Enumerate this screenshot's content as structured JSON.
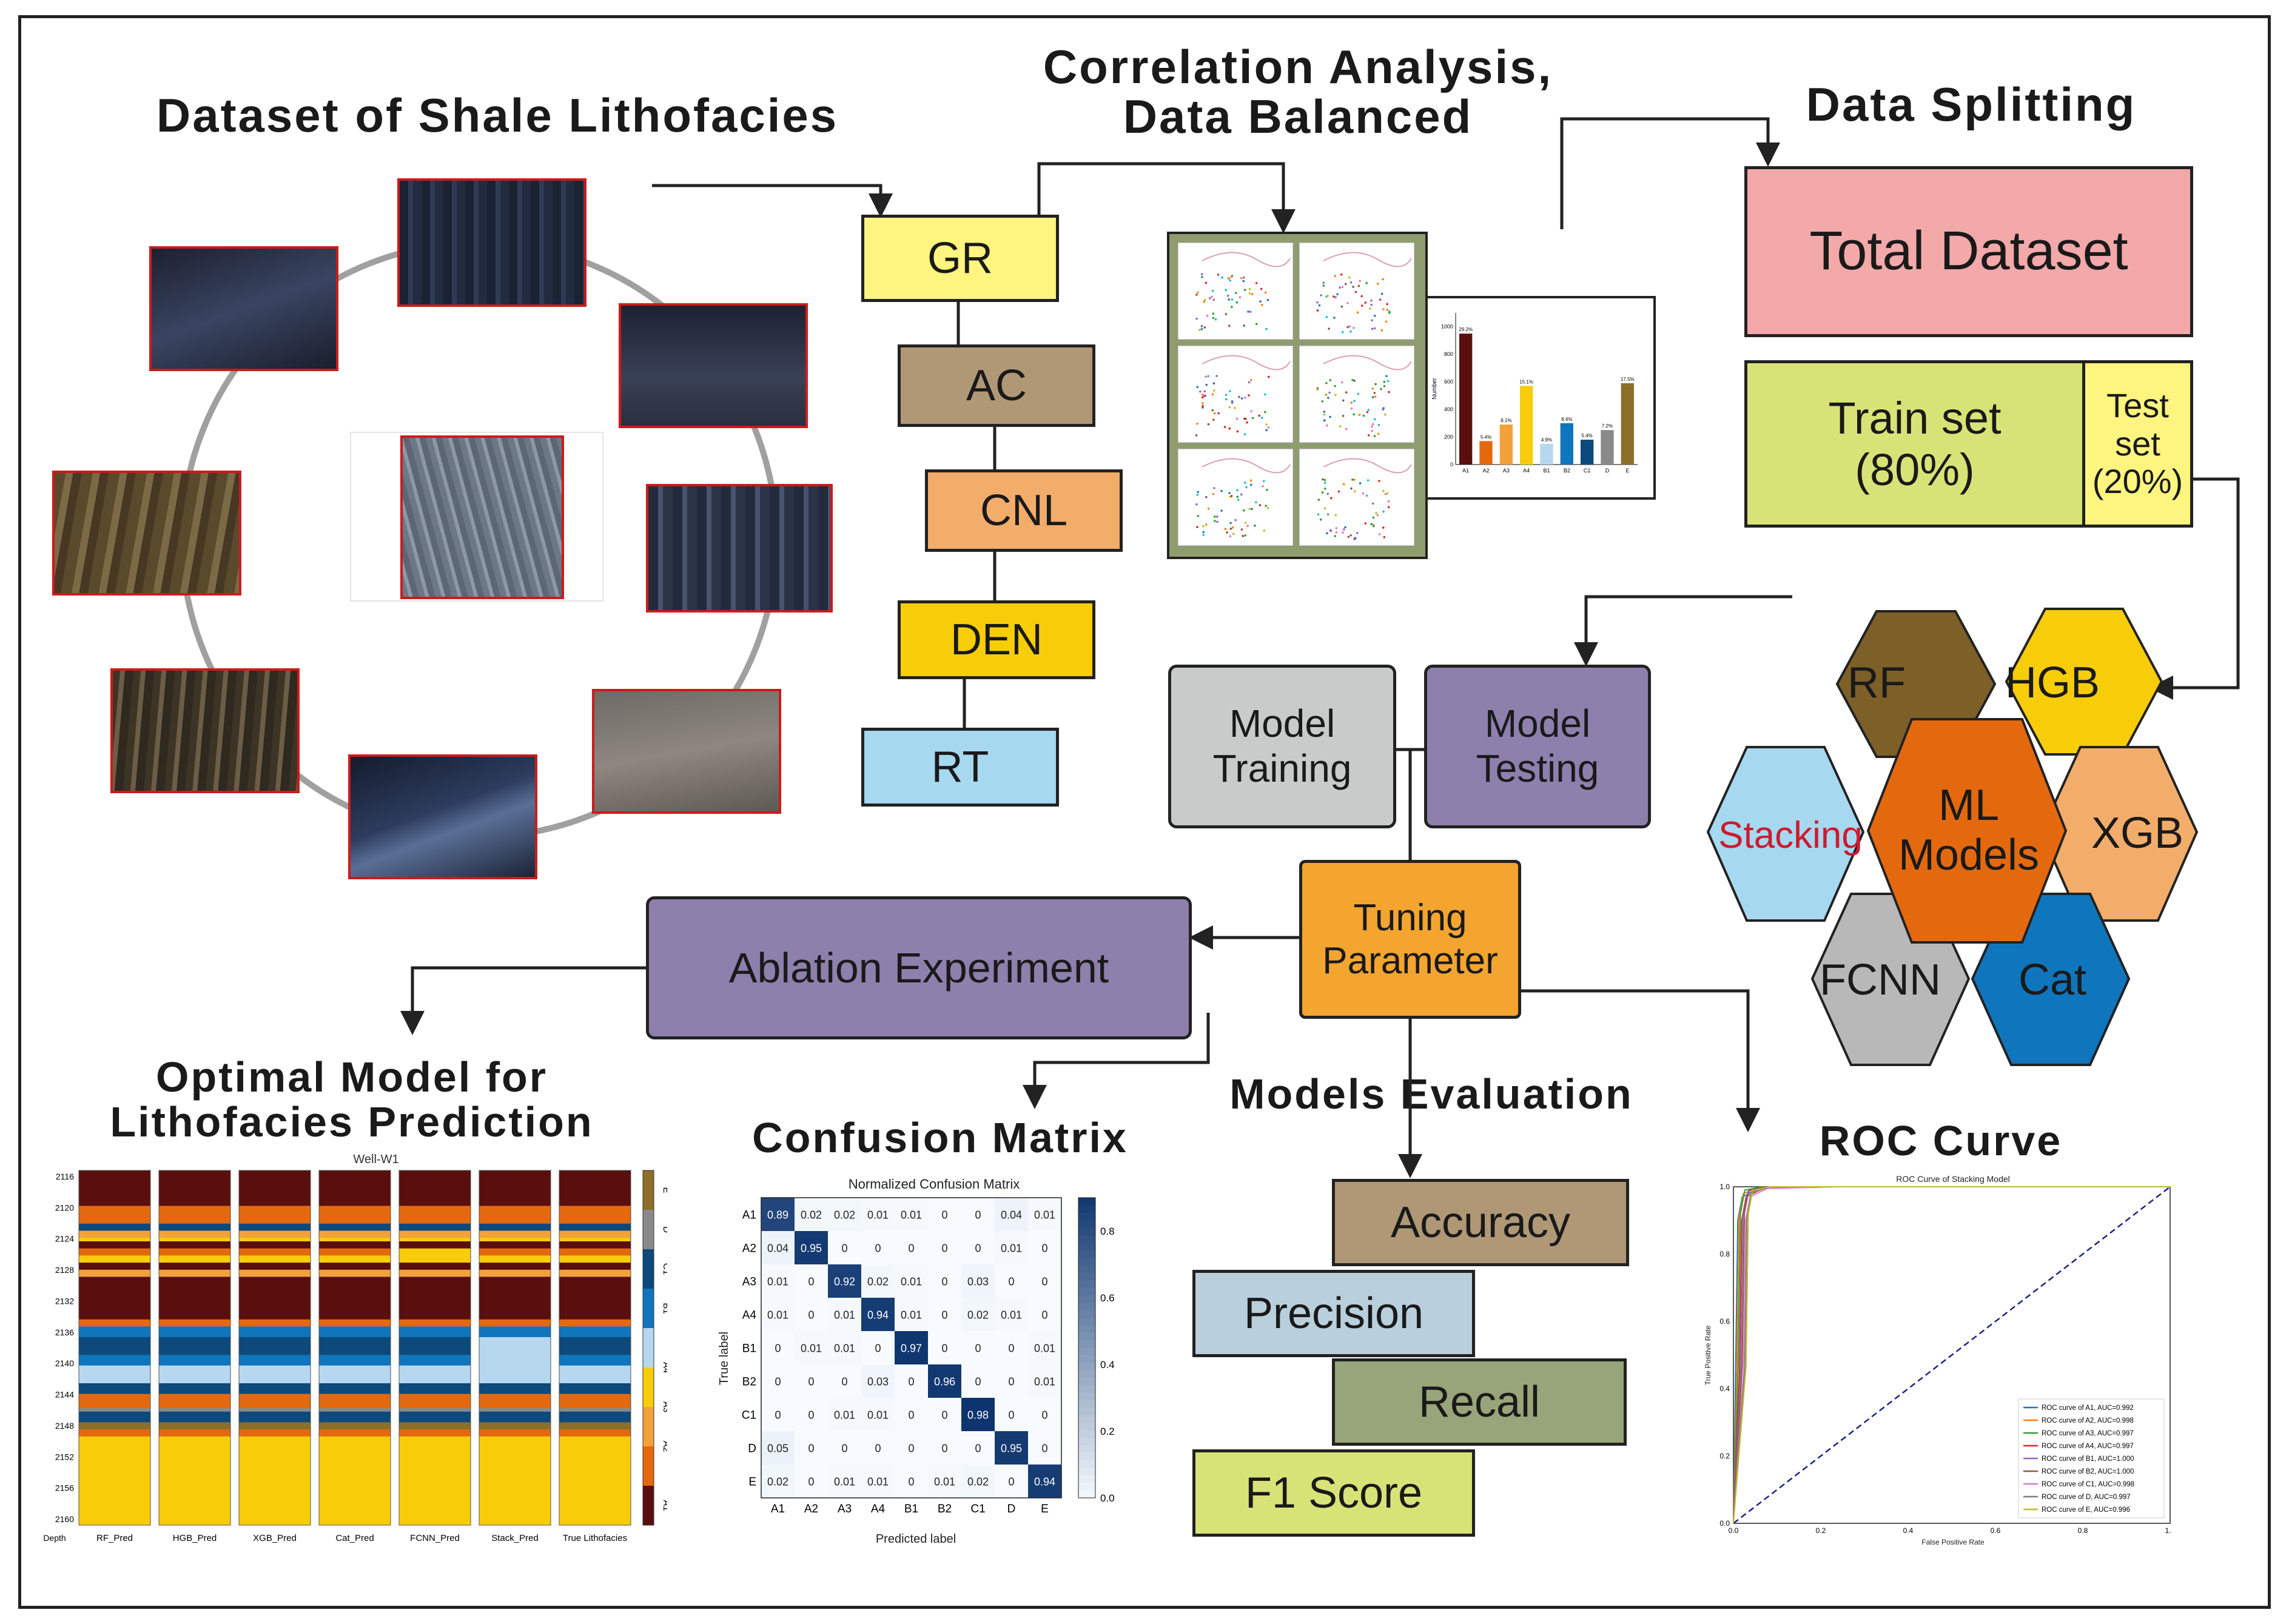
{
  "titles": {
    "dataset": "Dataset of Shale Lithofacies",
    "correlation_line1": "Correlation Analysis,",
    "correlation_line2": "Data Balanced",
    "data_splitting": "Data Splitting",
    "optimal_line1": "Optimal Model for",
    "optimal_line2": "Lithofacies Prediction",
    "confusion_matrix": "Confusion Matrix",
    "models_evaluation": "Models Evaluation",
    "roc_curve": "ROC Curve"
  },
  "logs": [
    "GR",
    "AC",
    "CNL",
    "DEN",
    "RT"
  ],
  "log_colors": [
    "#fdf57f",
    "#b09876",
    "#f3ad6a",
    "#f7cd0a",
    "#a6d8f0"
  ],
  "split": {
    "total": "Total Dataset",
    "train_line1": "Train set",
    "train_line2": "(80%)",
    "test_line1": "Test",
    "test_line2": "set",
    "test_line3": "(20%)"
  },
  "model_boxes": {
    "training_line1": "Model",
    "training_line2": "Training",
    "testing_line1": "Model",
    "testing_line2": "Testing",
    "tuning_line1": "Tuning",
    "tuning_line2": "Parameter",
    "ablation": "Ablation Experiment"
  },
  "hexagons": {
    "center_line1": "ML",
    "center_line2": "Models",
    "rf": "RF",
    "hgb": "HGB",
    "stacking": "Stacking",
    "xgb": "XGB",
    "fcnn": "FCNN",
    "cat": "Cat",
    "colors": {
      "rf": "#7d5f28",
      "hgb": "#f7cd0a",
      "stacking": "#a6d8f0",
      "xgb": "#f3ad6a",
      "fcnn": "#b8b8b8",
      "cat": "#0f75bd",
      "center": "#e4690e"
    }
  },
  "metrics": [
    "Accuracy",
    "Precision",
    "Recall",
    "F1 Score"
  ],
  "metric_colors": [
    "#b09876",
    "#b9cfdb",
    "#98a57a",
    "#d8e377"
  ],
  "balance_chart": {
    "type": "bar",
    "ylabel": "Number",
    "categories": [
      "A1",
      "A2",
      "A3",
      "A4",
      "B1",
      "B2",
      "C1",
      "D",
      "E"
    ],
    "values": [
      950,
      170,
      290,
      570,
      150,
      300,
      180,
      250,
      590
    ],
    "labels": [
      "29.2%",
      "5.4%",
      "8.1%",
      "15.1%",
      "4.9%",
      "8.4%",
      "5.4%",
      "7.2%",
      "17.5%"
    ],
    "yticks": [
      "0",
      "200",
      "400",
      "600",
      "800",
      "1000"
    ],
    "ylim": [
      0,
      1100
    ],
    "colors": [
      "#5a0f0f",
      "#e4690e",
      "#f3a13a",
      "#f7cd0a",
      "#b7d7ef",
      "#0f75bd",
      "#0b4a7a",
      "#8a8a8a",
      "#8b6f2a"
    ]
  },
  "confusion": {
    "title": "Normalized Confusion Matrix",
    "xlabel": "Predicted label",
    "ylabel": "True label",
    "labels": [
      "A1",
      "A2",
      "A3",
      "A4",
      "B1",
      "B2",
      "C1",
      "D",
      "E"
    ],
    "matrix": [
      [
        "0.89",
        "0.02",
        "0.02",
        "0.01",
        "0.01",
        "0",
        "0",
        "0.04",
        "0.01"
      ],
      [
        "0.04",
        "0.95",
        "0",
        "0",
        "0",
        "0",
        "0",
        "0.01",
        "0"
      ],
      [
        "0.01",
        "0",
        "0.92",
        "0.02",
        "0.01",
        "0",
        "0.03",
        "0",
        "0"
      ],
      [
        "0.01",
        "0",
        "0.01",
        "0.94",
        "0.01",
        "0",
        "0.02",
        "0.01",
        "0"
      ],
      [
        "0",
        "0.01",
        "0.01",
        "0",
        "0.97",
        "0",
        "0",
        "0",
        "0.01"
      ],
      [
        "0",
        "0",
        "0",
        "0.03",
        "0",
        "0.96",
        "0",
        "0",
        "0.01"
      ],
      [
        "0",
        "0",
        "0.01",
        "0.01",
        "0",
        "0",
        "0.98",
        "0",
        "0"
      ],
      [
        "0.05",
        "0",
        "0",
        "0",
        "0",
        "0",
        "0",
        "0.95",
        "0"
      ],
      [
        "0.02",
        "0",
        "0.01",
        "0.01",
        "0",
        "0.01",
        "0.02",
        "0",
        "0.94"
      ]
    ],
    "colorbar_ticks": [
      "0.8",
      "0.6",
      "0.4",
      "0.2",
      "0.0"
    ]
  },
  "roc": {
    "type": "line",
    "title": "ROC Curve of Stacking Model",
    "xlabel": "False Positive Rate",
    "ylabel": "True Positive Rate",
    "ticks": [
      "0.0",
      "0.2",
      "0.4",
      "0.6",
      "0.8",
      "1.0"
    ],
    "legend": [
      "ROC curve of A1, AUC=0.992",
      "ROC curve of A2, AUC=0.998",
      "ROC curve of A3, AUC=0.997",
      "ROC curve of A4, AUC=0.997",
      "ROC curve of B1, AUC=1.000",
      "ROC curve of B2, AUC=1.000",
      "ROC curve of C1, AUC=0.998",
      "ROC curve of D, AUC=0.997",
      "ROC curve of E, AUC=0.996"
    ],
    "colors": [
      "#1f77b4",
      "#ff7f0e",
      "#2ca02c",
      "#d62728",
      "#9467bd",
      "#8c564b",
      "#e377c2",
      "#7f7f7f",
      "#bcbd22"
    ]
  },
  "prediction": {
    "title": "Well-W1",
    "depth_label": "Depth",
    "depths": [
      "2116",
      "2120",
      "2124",
      "2128",
      "2132",
      "2136",
      "2140",
      "2144",
      "2148",
      "2152",
      "2156",
      "2160"
    ],
    "columns": [
      "RF_Pred",
      "HGB_Pred",
      "XGB_Pred",
      "Cat_Pred",
      "FCNN_Pred",
      "Stack_Pred",
      "True Lithofacies"
    ],
    "legend_labels": [
      "E",
      "D",
      "C1",
      "B1",
      "A4",
      "A3",
      "A2",
      "A1"
    ],
    "legend_colors": [
      "#8b6f2a",
      "#8a8a8a",
      "#0b4a7a",
      "#0f75bd",
      "#b7d7ef",
      "#f7cd0a",
      "#f3a13a",
      "#e4690e",
      "#5a0f0f"
    ]
  }
}
